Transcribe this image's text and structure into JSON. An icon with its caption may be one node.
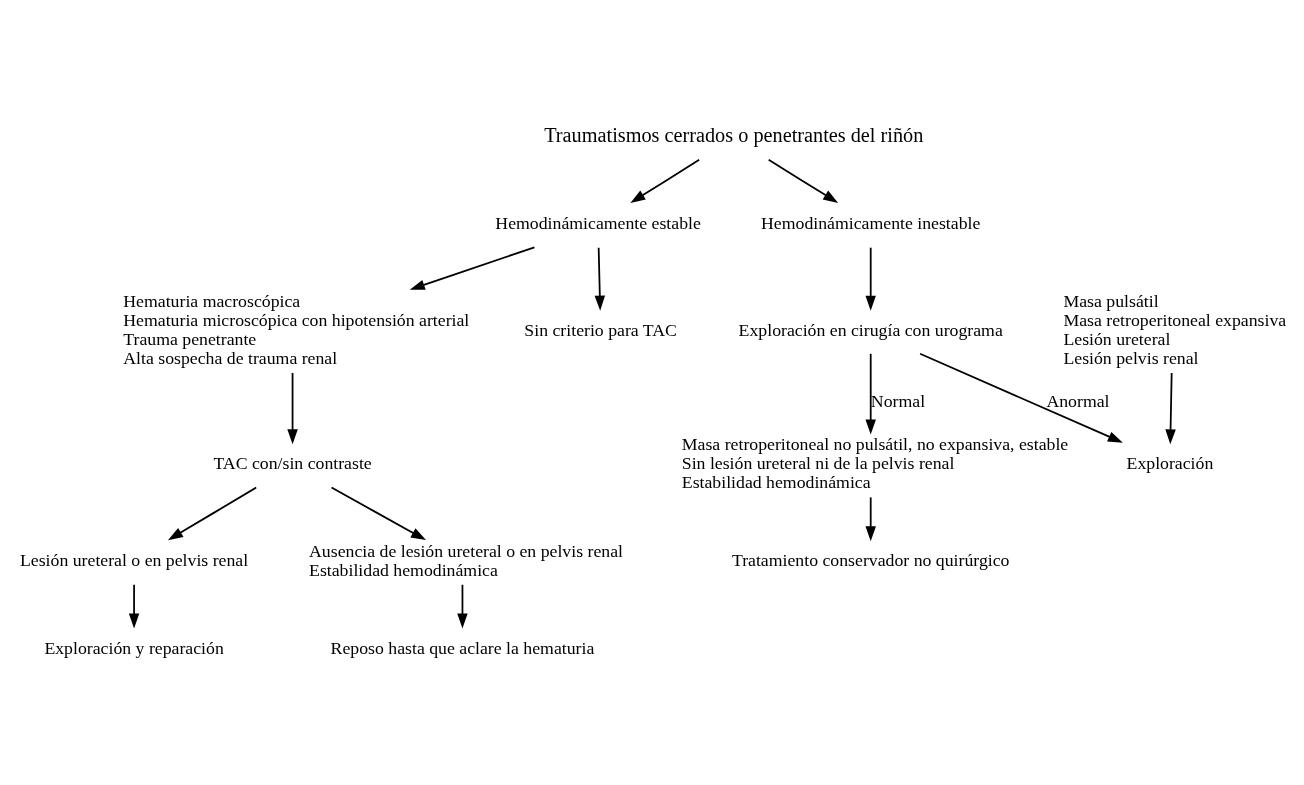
{
  "diagram": {
    "nodes": [
      {
        "text": [
          "Traumatismos cerrados o penetrantes del riñón"
        ]
      },
      {
        "text": [
          "Hemodinámicamente estable"
        ]
      },
      {
        "text": [
          "Hemodinámicamente inestable"
        ]
      },
      {
        "text": [
          "Sin criterio para TAC"
        ]
      },
      {
        "text": [
          "Hematuria macroscópica",
          "Hematuria microscópica con hipotensión arterial",
          "Trauma penetrante",
          "Alta sospecha de trauma renal"
        ]
      },
      {
        "text": [
          "TAC con/sin contraste"
        ]
      },
      {
        "text": [
          "Ausencia de lesión ureteral o en pelvis renal",
          "Estabilidad hemodinámica"
        ]
      },
      {
        "text": [
          "Lesión ureteral o en pelvis renal"
        ]
      },
      {
        "text": [
          "Reposo hasta que aclare la hematuria"
        ]
      },
      {
        "text": [
          "Exploración y reparación"
        ]
      },
      {
        "text": [
          "Exploración en cirugía con urograma"
        ]
      },
      {
        "text": [
          "Masa pulsátil",
          "Masa retroperitoneal expansiva",
          "Lesión ureteral",
          "Lesión pelvis renal"
        ]
      },
      {
        "text": [
          "Exploración"
        ]
      },
      {
        "text": [
          "Masa retroperitoneal no pulsátil, no expansiva, estable",
          "Sin lesión ureteral ni de la pelvis renal",
          "Estabilidad hemodinámica"
        ]
      },
      {
        "text": [
          "Tratamiento conservador no quirúrgico"
        ]
      }
    ],
    "edges": [
      {
        "from": 0,
        "to": 1,
        "arrow": "to"
      },
      {
        "from": 0,
        "to": 2,
        "arrow": "to"
      },
      {
        "from": 1,
        "to": 3,
        "arrow": "to"
      },
      {
        "from": 1,
        "to": 4,
        "arrow": "to"
      },
      {
        "from": 4,
        "to": 5,
        "arrow": "to"
      },
      {
        "from": 5,
        "to": 6,
        "arrow": "to"
      },
      {
        "from": 5,
        "to": 7,
        "arrow": "to"
      },
      {
        "from": 6,
        "to": 8,
        "arrow": "to"
      },
      {
        "from": 7,
        "to": 9,
        "arrow": "to"
      },
      {
        "from": 2,
        "to": 10,
        "arrow": "to"
      },
      {
        "from": 10,
        "to": 12,
        "arrow": "to",
        "label": "Anormal"
      },
      {
        "from": 11,
        "to": 12,
        "arrow": "to"
      },
      {
        "from": 10,
        "to": 13,
        "arrow": "to",
        "label": "Normal"
      },
      {
        "from": 13,
        "to": 14,
        "arrow": "to"
      }
    ]
  }
}
